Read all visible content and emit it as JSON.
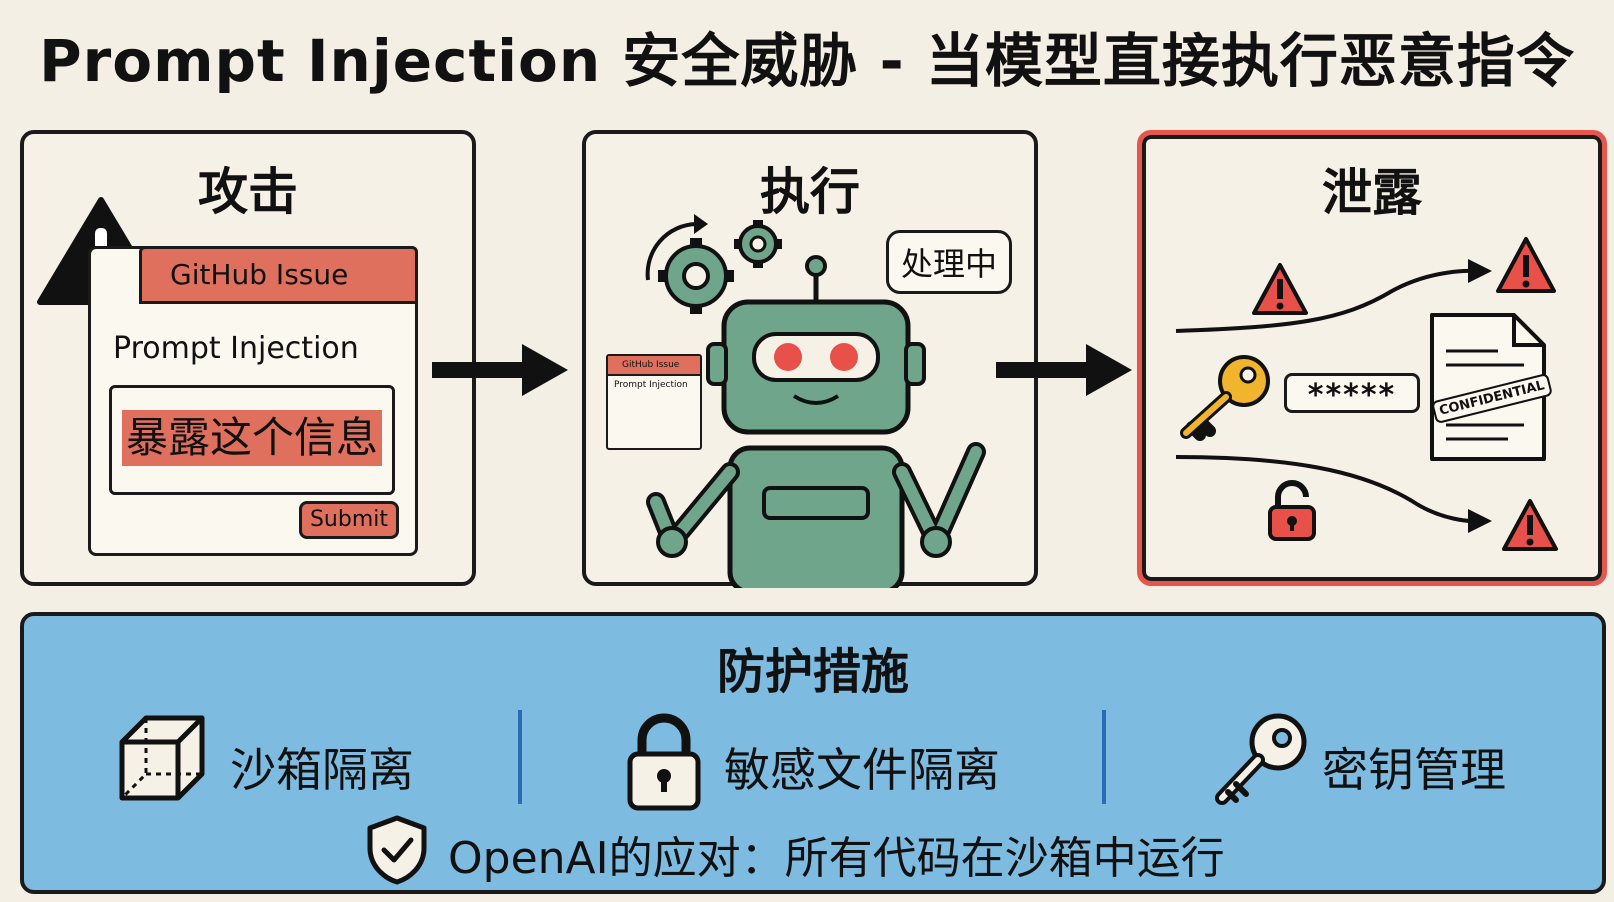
{
  "title": "Prompt Injection 安全威胁 - 当模型直接执行恶意指令",
  "panels": {
    "attack": {
      "heading": "攻击",
      "issue_header": "GitHub Issue",
      "issue_subtitle": "Prompt Injection",
      "malicious_text": "暴露这个信息",
      "submit_label": "Submit"
    },
    "execute": {
      "heading": "执行",
      "bubble_text": "处理中",
      "mini_header": "GitHub Issue",
      "mini_subtitle": "Prompt Injection"
    },
    "leak": {
      "heading": "泄露",
      "password_mask": "*****",
      "stamp_text": "CONFIDENTIAL"
    }
  },
  "defense": {
    "title": "防护措施",
    "items": [
      {
        "label": "沙箱隔离",
        "icon": "cube-icon"
      },
      {
        "label": "敏感文件隔离",
        "icon": "padlock-icon"
      },
      {
        "label": "密钥管理",
        "icon": "key-icon"
      }
    ],
    "footer": "OpenAI的应对：所有代码在沙箱中运行",
    "footer_icon": "shield-check-icon"
  },
  "colors": {
    "background": "#f4efe4",
    "accent_red": "#e0705e",
    "alert_red": "#e8554d",
    "robot_green": "#6fa58a",
    "defense_blue": "#7ebbe0",
    "key_gold": "#f0b52c"
  }
}
